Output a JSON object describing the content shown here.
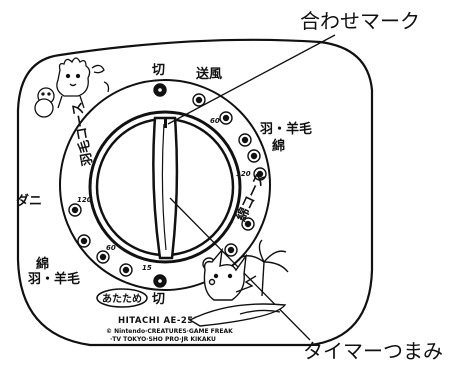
{
  "callouts": {
    "align_mark": "合わせマーク",
    "timer_knob": "タイマーつまみ"
  },
  "dial": {
    "off_top": "切",
    "fan": "送風",
    "feather_wool_right_1": "羽・羊毛",
    "feather_wool_right_2": "綿",
    "course_right": "綿コース",
    "course_left": "羽毛コース",
    "mites": "ダニ",
    "cotton_left": "綿",
    "feather_wool_left": "羽・羊毛",
    "warm": "あたため",
    "off_bottom": "切",
    "n60_right": "60",
    "n120_right": "120",
    "n120_left": "120",
    "n60_left": "60",
    "n15": "15"
  },
  "panel": {
    "model": "HITACHI AE-25P",
    "copyright_1": "© Nintendo·CREATURES·GAME FREAK",
    "copyright_2": "·TV TOKYO·SHO PRO·JR KIKAKU"
  },
  "icons": {
    "decor_top_left": "pokemon-characters-icon",
    "decor_bottom_right": "pikachu-surfing-icon"
  }
}
